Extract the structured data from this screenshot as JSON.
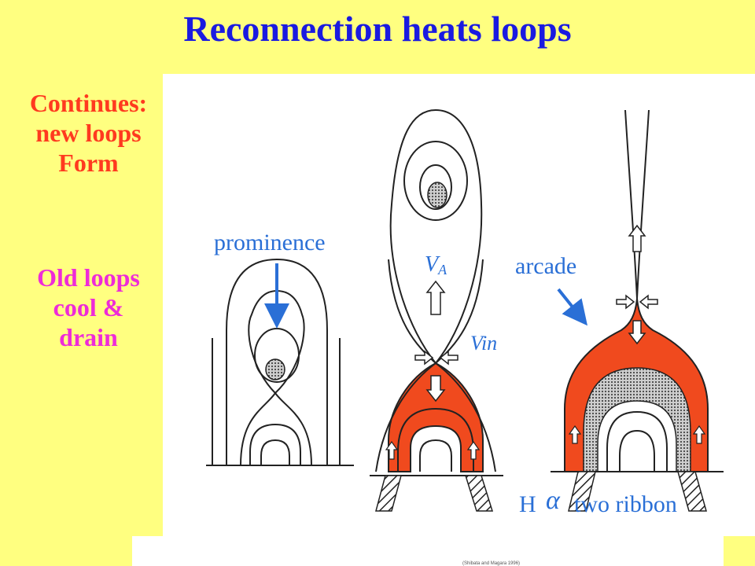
{
  "slide": {
    "title": "Reconnection heats loops",
    "side_note_1": [
      "Continues:",
      "new loops",
      "Form"
    ],
    "side_note_2": [
      "Old loops",
      "cool &",
      "drain"
    ],
    "credit": "(Shibata and Magara 1996)"
  },
  "diagram": {
    "label_prominence": "prominence",
    "label_va_v": "V",
    "label_va_sub": "A",
    "label_vin": "Vin",
    "label_arcade": "arcade",
    "label_h": "H",
    "label_alpha": "α",
    "label_ribbon": "two ribbon"
  },
  "colors": {
    "title": "#1a1ae0",
    "note_red": "#ff3a1f",
    "note_magenta": "#ee2bd8",
    "label_blue": "#2a6fd6",
    "heated": "#f04a1e",
    "background": "#ffff80"
  }
}
